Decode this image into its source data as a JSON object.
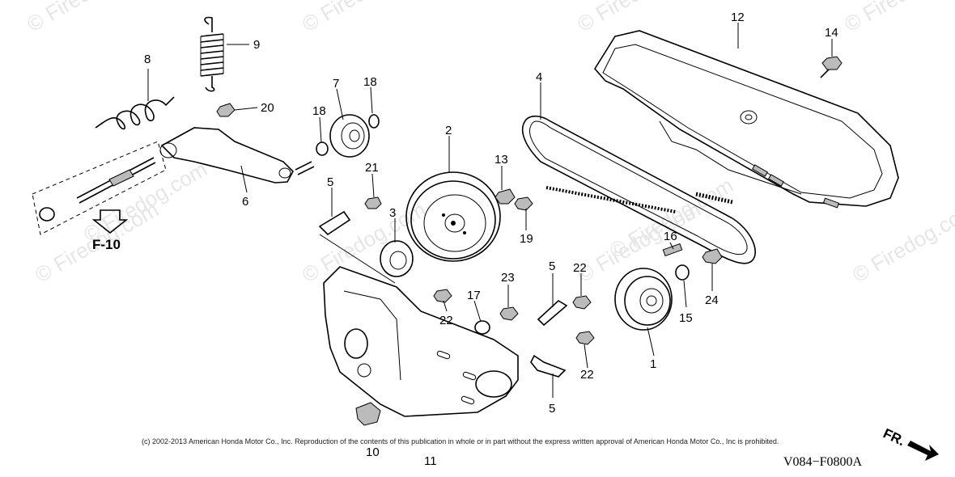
{
  "watermarks": [
    "© Firedog.com",
    "© Firedog.com",
    "© Firedog.com",
    "© Firedog.com",
    "© Firedog.com",
    "© Firedog.com",
    "© Firedog.com",
    "© Firedog.com",
    "© Firedog.com",
    "© Firedog.com"
  ],
  "callouts": {
    "p1": "1",
    "p2": "2",
    "p3": "3",
    "p4": "4",
    "p5a": "5",
    "p5b": "5",
    "p5c": "5",
    "p6": "6",
    "p7": "7",
    "p8": "8",
    "p9": "9",
    "p10": "10",
    "p11": "11",
    "p12": "12",
    "p13": "13",
    "p14": "14",
    "p15": "15",
    "p16": "16",
    "p17": "17",
    "p18a": "18",
    "p18b": "18",
    "p19": "19",
    "p20": "20",
    "p21": "21",
    "p22a": "22",
    "p22b": "22",
    "p22c": "22",
    "p23": "23",
    "p24": "24"
  },
  "reference": "F-10",
  "copyright": "(c) 2002-2013 American Honda Motor Co., Inc. Reproduction of the contents of this publication in whole or in part without the express written approval of American Honda Motor Co., Inc is prohibited.",
  "direction_label": "FR.",
  "diagram_code": "V084−F0800A"
}
